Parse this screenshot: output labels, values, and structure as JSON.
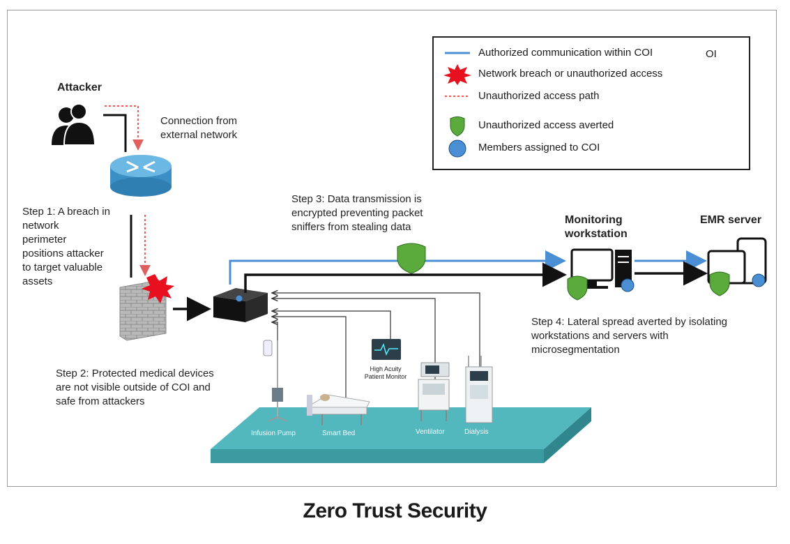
{
  "legend": {
    "items": [
      {
        "label": "Authorized communication within COI",
        "icon": "blue-line-icon",
        "color": "#4a8fd4"
      },
      {
        "label": "Network breach or unauthorized access",
        "icon": "red-burst-icon",
        "color": "#e8101f"
      },
      {
        "label": "Unauthorized access path",
        "icon": "red-dotted-line-icon",
        "color": "#e06060"
      },
      {
        "label": "Unauthorized access averted",
        "icon": "green-shield-icon",
        "color": "#5aaa3c"
      },
      {
        "label": "Members assigned to COI",
        "icon": "blue-circle-icon",
        "color": "#4a8fd4"
      }
    ],
    "stray_text": "OI"
  },
  "labels": {
    "attacker": "Attacker",
    "connection": [
      "Connection from",
      "external network"
    ],
    "step1": [
      "Step 1: A breach in",
      "network",
      "perimeter",
      "positions attacker",
      "to target valuable",
      "assets"
    ],
    "step2": [
      "Step 2: Protected medical devices",
      "are not visible outside of COI and",
      "safe from attackers"
    ],
    "step3": [
      "Step 3: Data transmission is",
      "encrypted preventing packet",
      "sniffers from stealing data"
    ],
    "step4": [
      "Step 4: Lateral spread averted by isolating",
      "workstations and servers with",
      "microsegmentation"
    ],
    "monitoring": [
      "Monitoring",
      "workstation"
    ],
    "emr": "EMR server"
  },
  "devices": {
    "infusion_pump": "Infusion Pump",
    "smart_bed": "Smart Bed",
    "ventilator": "Ventilator",
    "dialysis": "Dialysis",
    "monitor": [
      "High Acuity",
      "Patient Monitor"
    ]
  },
  "caption": "Zero Trust Security",
  "colors": {
    "blue": "#4a8fd4",
    "red": "#e8101f",
    "green": "#5aaa3c",
    "platform": "#53b7be"
  }
}
